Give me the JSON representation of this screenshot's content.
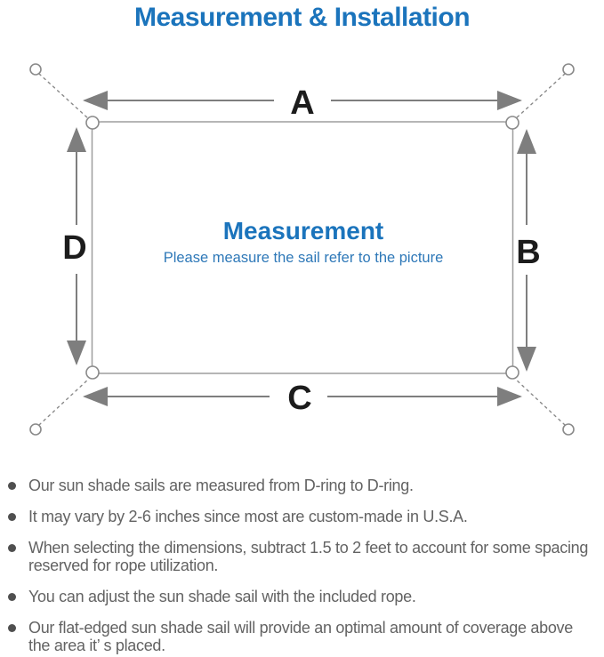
{
  "title": "Measurement & Installation",
  "diagram": {
    "labels": {
      "a": "A",
      "b": "B",
      "c": "C",
      "d": "D"
    },
    "center": {
      "title": "Measurement",
      "subtitle": "Please measure the sail refer to the picture"
    }
  },
  "notes": {
    "items": [
      {
        "lines": [
          "Our sun shade sails are measured from D-ring to D-ring."
        ]
      },
      {
        "lines": [
          "It may vary by 2-6 inches since most are custom-made in U.S.A."
        ]
      },
      {
        "lines": [
          "When selecting the dimensions, subtract 1.5 to 2 feet to account for some spacing",
          "reserved for rope utilization."
        ]
      },
      {
        "lines": [
          "You can adjust the sun shade sail with the included rope."
        ]
      },
      {
        "lines": [
          "Our flat-edged sun shade sail will provide an optimal amount of coverage above",
          "the area it’ s placed."
        ]
      }
    ]
  },
  "colors": {
    "accent_blue": "#1b74bc",
    "subtitle_blue": "#2e78b8",
    "line_gray": "#7e7e7e",
    "outline_gray": "#9e9e9e",
    "label_black": "#1c1c1c",
    "note_gray": "#636363"
  }
}
